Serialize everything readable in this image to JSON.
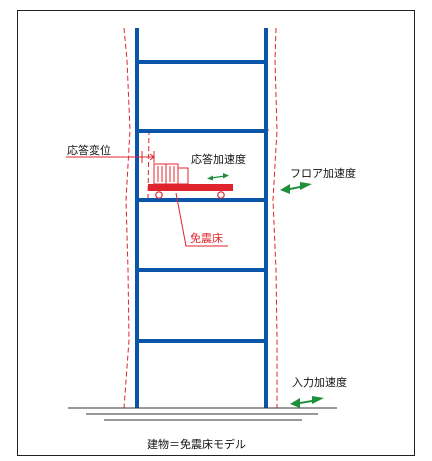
{
  "labels": {
    "response_displacement": "応答変位",
    "response_acceleration": "応答加速度",
    "floor_acceleration": "フロア加速度",
    "isolation_floor": "免震床",
    "input_acceleration": "入力加速度",
    "caption": "建物＝免震床モデル"
  },
  "colors": {
    "frame_blue": "#0a55a8",
    "dashed_red": "#e0242e",
    "isolation_red": "#e0242e",
    "arrow_green": "#1e8f3a",
    "ground": "#333333"
  }
}
